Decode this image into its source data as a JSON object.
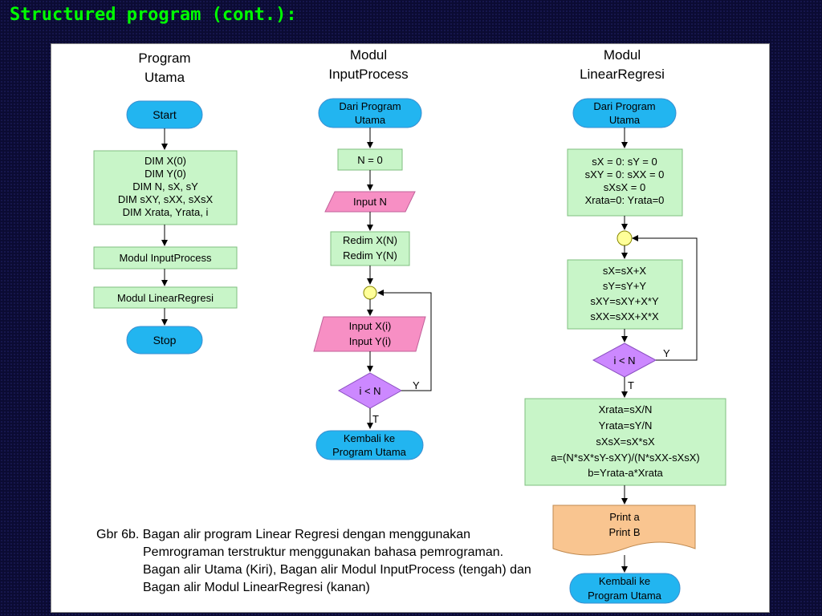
{
  "slide_title": "Structured program (cont.):",
  "columns": {
    "left": {
      "header": [
        "Program",
        "Utama"
      ]
    },
    "mid": {
      "header": [
        "Modul",
        "InputProcess"
      ]
    },
    "right": {
      "header": [
        "Modul",
        "LinearRegresi"
      ]
    }
  },
  "left": {
    "start": "Start",
    "dim": [
      "DIM X(0)",
      "DIM Y(0)",
      "DIM N, sX, sY",
      "DIM sXY, sXX, sXsX",
      "DIM Xrata, Yrata, i"
    ],
    "call_input": "Modul InputProcess",
    "call_linear": "Modul LinearRegresi",
    "stop": "Stop"
  },
  "mid": {
    "from": [
      "Dari Program",
      "Utama"
    ],
    "n0": "N = 0",
    "input_n": "Input N",
    "redim": [
      "Redim X(N)",
      "Redim Y(N)"
    ],
    "input_xy": [
      "Input X(i)",
      "Input Y(i)"
    ],
    "decision": "i < N",
    "yes": "Y",
    "no": "T",
    "back": [
      "Kembali ke",
      "Program Utama"
    ]
  },
  "right": {
    "from": [
      "Dari Program",
      "Utama"
    ],
    "init": [
      "sX = 0: sY = 0",
      "sXY = 0: sXX = 0",
      "sXsX = 0",
      "Xrata=0: Yrata=0"
    ],
    "sum": [
      "sX=sX+X",
      "sY=sY+Y",
      "sXY=sXY+X*Y",
      "sXX=sXX+X*X"
    ],
    "decision": "i < N",
    "yes": "Y",
    "no": "T",
    "calc": [
      "Xrata=sX/N",
      "Yrata=sY/N",
      "sXsX=sX*sX",
      "a=(N*sX*sY-sXY)/(N*sXX-sXsX)",
      "b=Yrata-a*Xrata"
    ],
    "print": [
      "Print a",
      "Print B"
    ],
    "back": [
      "Kembali ke",
      "Program Utama"
    ]
  },
  "caption": [
    "Gbr 6b. Bagan alir program Linear Regresi dengan menggunakan",
    "Pemrograman terstruktur menggunakan bahasa pemrograman.",
    "Bagan alir Utama (Kiri), Bagan alir Modul InputProcess (tengah) dan",
    "Bagan alir Modul LinearRegresi (kanan)"
  ],
  "colors": {
    "terminal": "#22b5f0",
    "process": "#c8f5c8",
    "io": "#f78fc4",
    "decision": "#cc88ff",
    "connector": "#ffff99",
    "document": "#f9c590",
    "title": "#00ff00"
  }
}
